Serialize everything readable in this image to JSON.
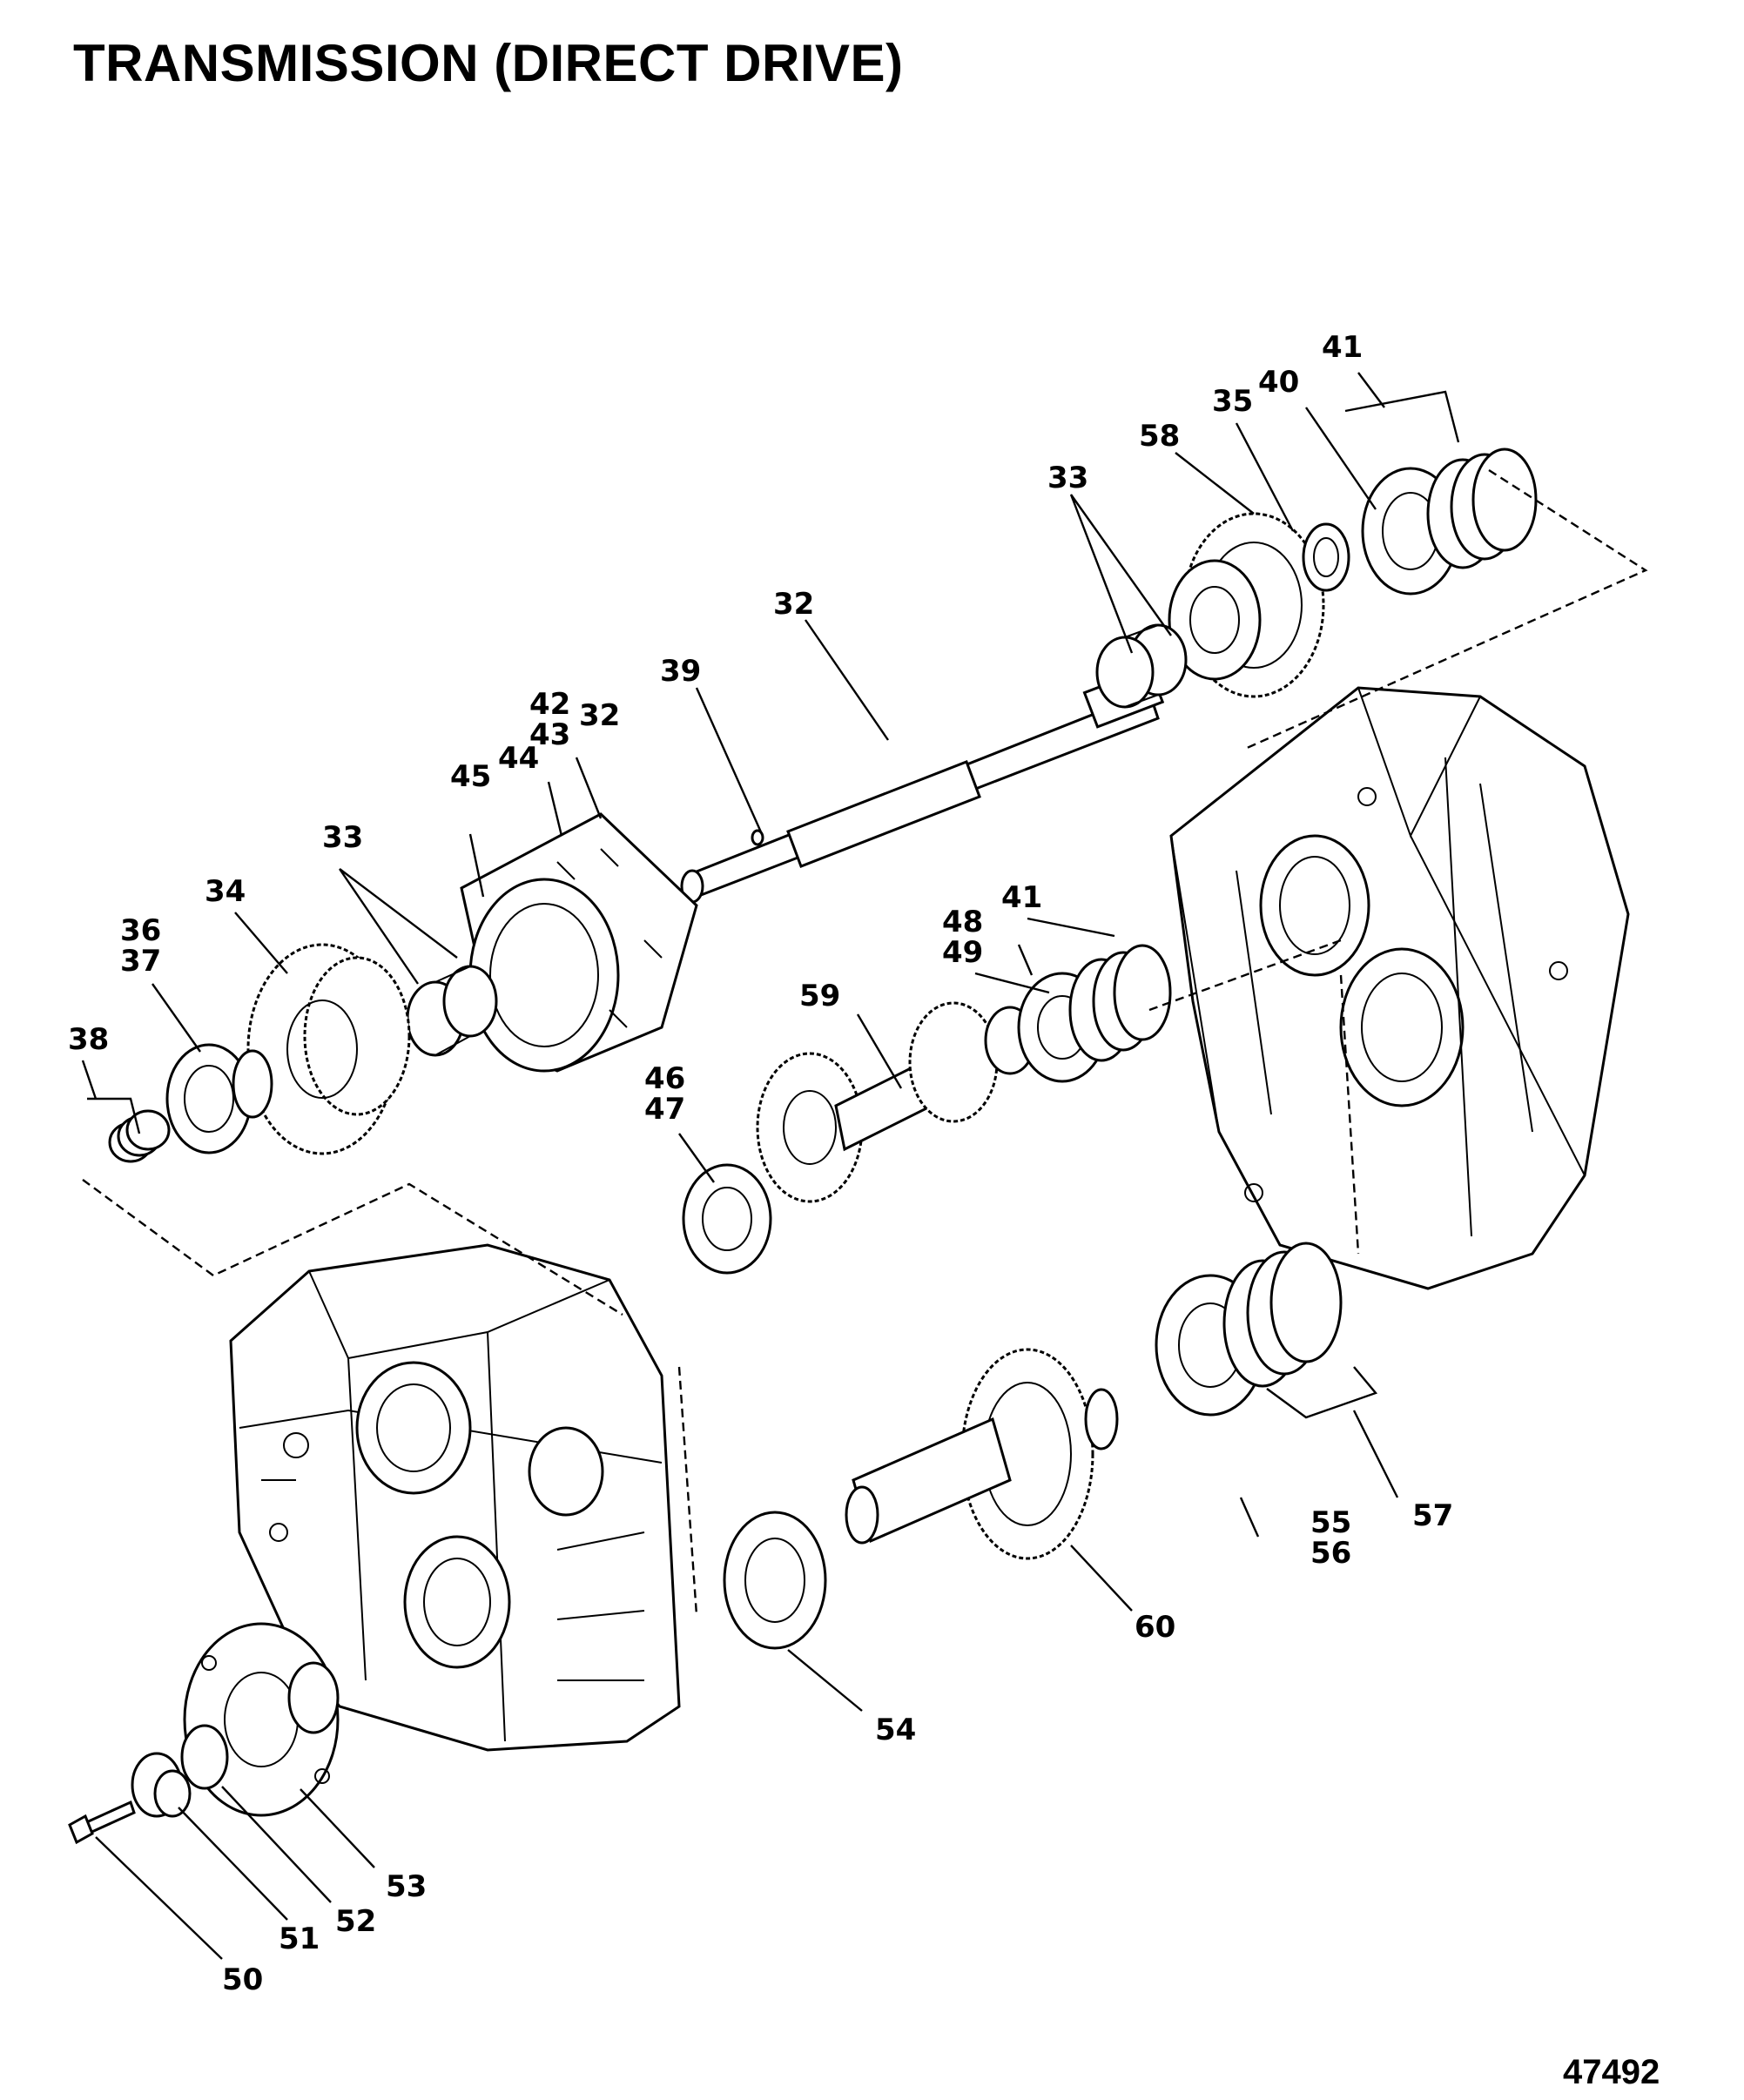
{
  "title": "TRANSMISSION (DIRECT DRIVE)",
  "figure_number": "47492",
  "labels": {
    "p41a": "41",
    "p40": "40",
    "p35": "35",
    "p58": "58",
    "p33a": "33",
    "p32a": "32",
    "p39": "39",
    "p42": "42",
    "p43": "43",
    "p32b": "32",
    "p44": "44",
    "p45": "45",
    "p33b": "33",
    "p34": "34",
    "p36": "36",
    "p37": "37",
    "p38": "38",
    "p41b": "41",
    "p48": "48",
    "p49": "49",
    "p59": "59",
    "p46": "46",
    "p47": "47",
    "p55": "55",
    "p56": "56",
    "p57": "57",
    "p60": "60",
    "p54": "54",
    "p53": "53",
    "p52": "52",
    "p51": "51",
    "p50": "50"
  }
}
